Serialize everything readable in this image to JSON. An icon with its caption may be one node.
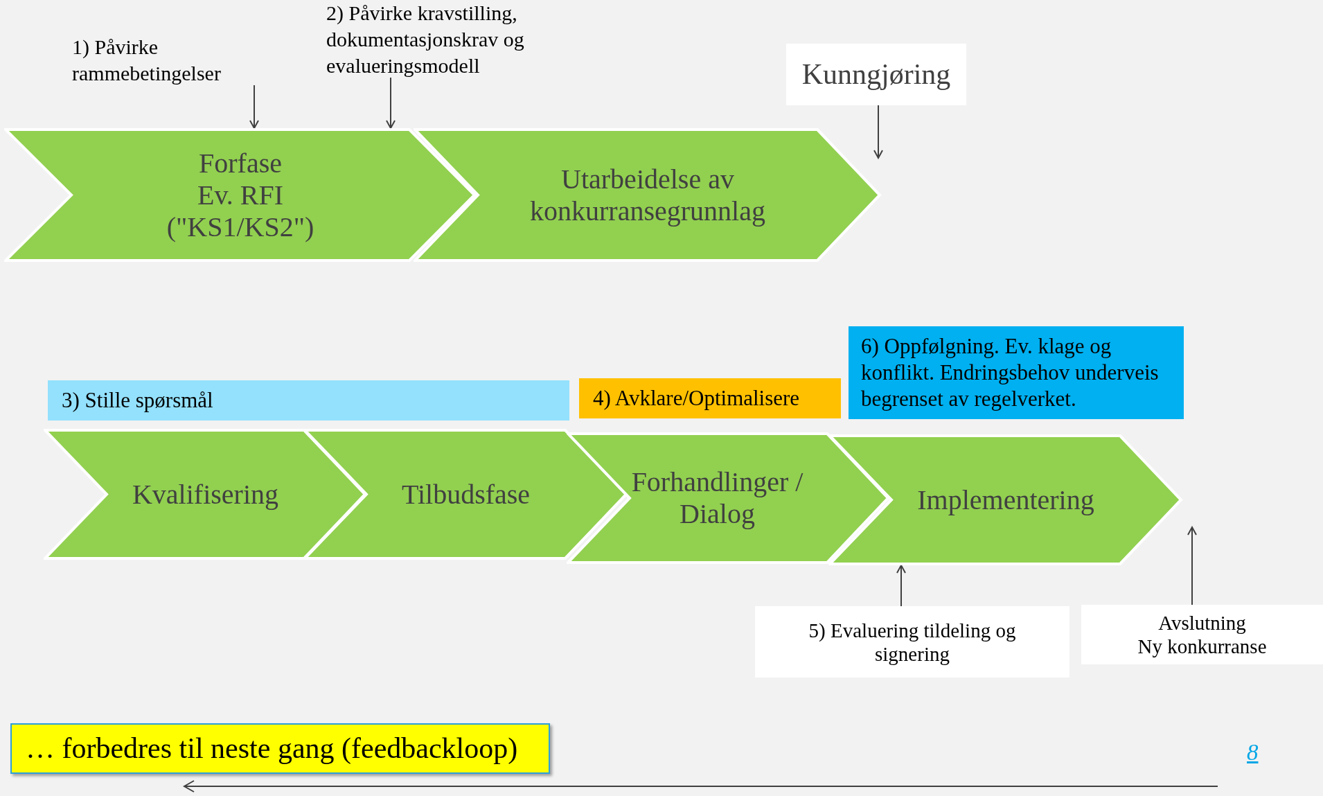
{
  "diagram": {
    "nodes": [
      {
        "text": [
          "1) Påvirke rammebetingelser"
        ]
      },
      {
        "text": [
          "2) Påvirke kravstilling, dokumentasjonskrav og evalueringsmodell"
        ]
      },
      {
        "text": [
          "Forfase",
          "Ev. RFI",
          "(\"KS1/KS2\")"
        ]
      },
      {
        "text": [
          "Utarbeidelse av konkurransegrunnlag"
        ]
      },
      {
        "text": [
          "Kunngjøring"
        ]
      },
      {
        "text": [
          "3) Stille spørsmål"
        ]
      },
      {
        "text": [
          "4) Avklare/Optimalisere"
        ]
      },
      {
        "text": [
          "6) Oppfølgning. Ev. klage og konflikt. Endringsbehov underveis begrenset av regelverket."
        ]
      },
      {
        "text": [
          "Kvalifisering"
        ]
      },
      {
        "text": [
          "Tilbudsfase"
        ]
      },
      {
        "text": [
          "Forhandlinger / Dialog"
        ]
      },
      {
        "text": [
          "Implementering"
        ]
      },
      {
        "text": [
          "5) Evaluering tildeling og signering"
        ]
      },
      {
        "text": [
          "Avslutning",
          "Ny konkurranse"
        ]
      },
      {
        "text": [
          "… forbedres til neste gang (feedbackloop)"
        ]
      }
    ],
    "edges": [
      {
        "from": 0,
        "to": 2,
        "arrow": "to"
      },
      {
        "from": 1,
        "to": 2,
        "arrow": "to"
      },
      {
        "from": 4,
        "to": 3,
        "arrow": "to"
      },
      {
        "from": 12,
        "to": 11,
        "arrow": "to"
      },
      {
        "from": 13,
        "to": 11,
        "arrow": "to"
      }
    ],
    "labels": [
      "8"
    ]
  }
}
